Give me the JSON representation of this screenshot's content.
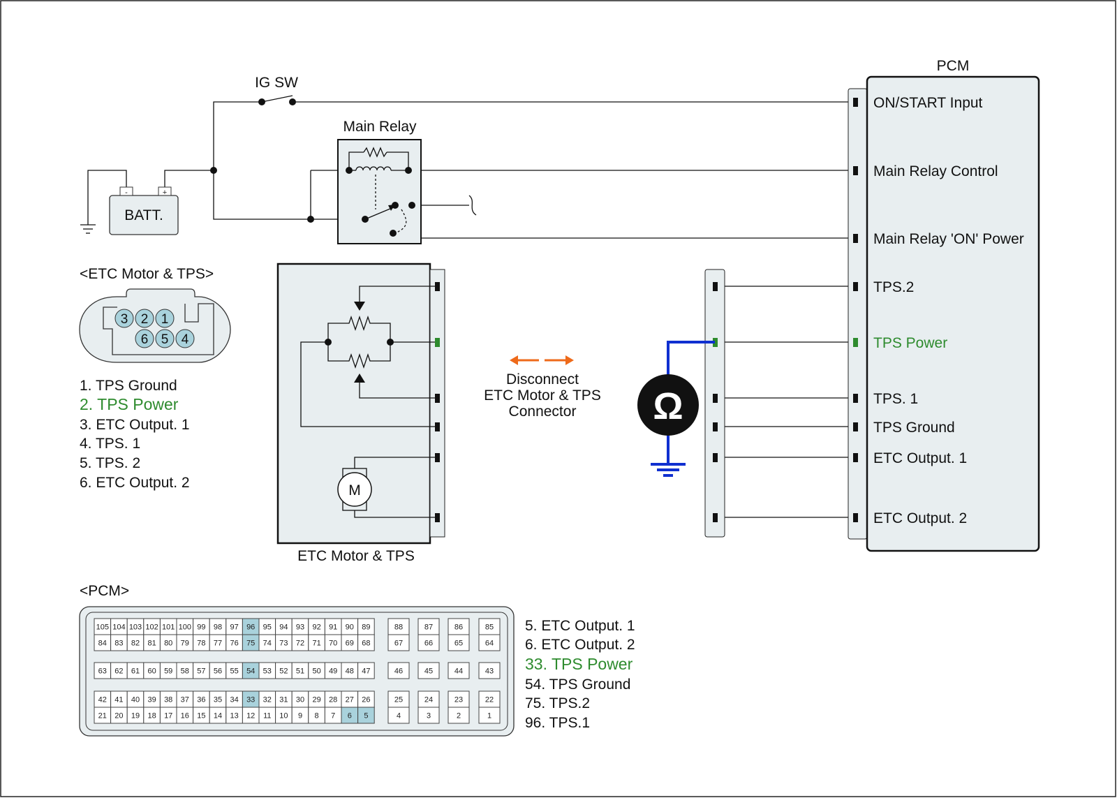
{
  "ig_switch": "IG SW",
  "main_relay": "Main Relay",
  "battery": "BATT.",
  "battery_minus": "-",
  "battery_plus": "+",
  "pcm": {
    "title": "PCM",
    "terminals": [
      "ON/START Input",
      "Main Relay Control",
      "Main Relay 'ON' Power",
      "TPS.2",
      "TPS Power",
      "TPS. 1",
      "TPS Ground",
      "ETC Output. 1",
      "ETC Output. 2"
    ]
  },
  "etc_connector": {
    "title": "<ETC Motor & TPS>",
    "pins_top": [
      "3",
      "2",
      "1"
    ],
    "pins_bottom": [
      "6",
      "5",
      "4"
    ],
    "legend": [
      "1. TPS Ground",
      "2. TPS Power",
      "3. ETC Output. 1",
      "4. TPS. 1",
      "5. TPS. 2",
      "6. ETC Output. 2"
    ]
  },
  "etc_component": "ETC Motor & TPS",
  "motor": "M",
  "ohmmeter": "Ω",
  "instruction": [
    "Disconnect",
    "ETC Motor & TPS",
    "Connector"
  ],
  "pcm_connector": {
    "title": "<PCM>",
    "legend": [
      "5. ETC Output. 1",
      "6. ETC Output. 2",
      "33. TPS Power",
      "54. TPS Ground",
      "75. TPS.2",
      "96. TPS.1"
    ]
  },
  "colors": {
    "highlight_text": "#2e8b2e",
    "meter_wire": "#1030d0",
    "arrow": "#ee6a1a",
    "pin_highlight": "#a9d2dc",
    "panel": "#e8eef0"
  }
}
